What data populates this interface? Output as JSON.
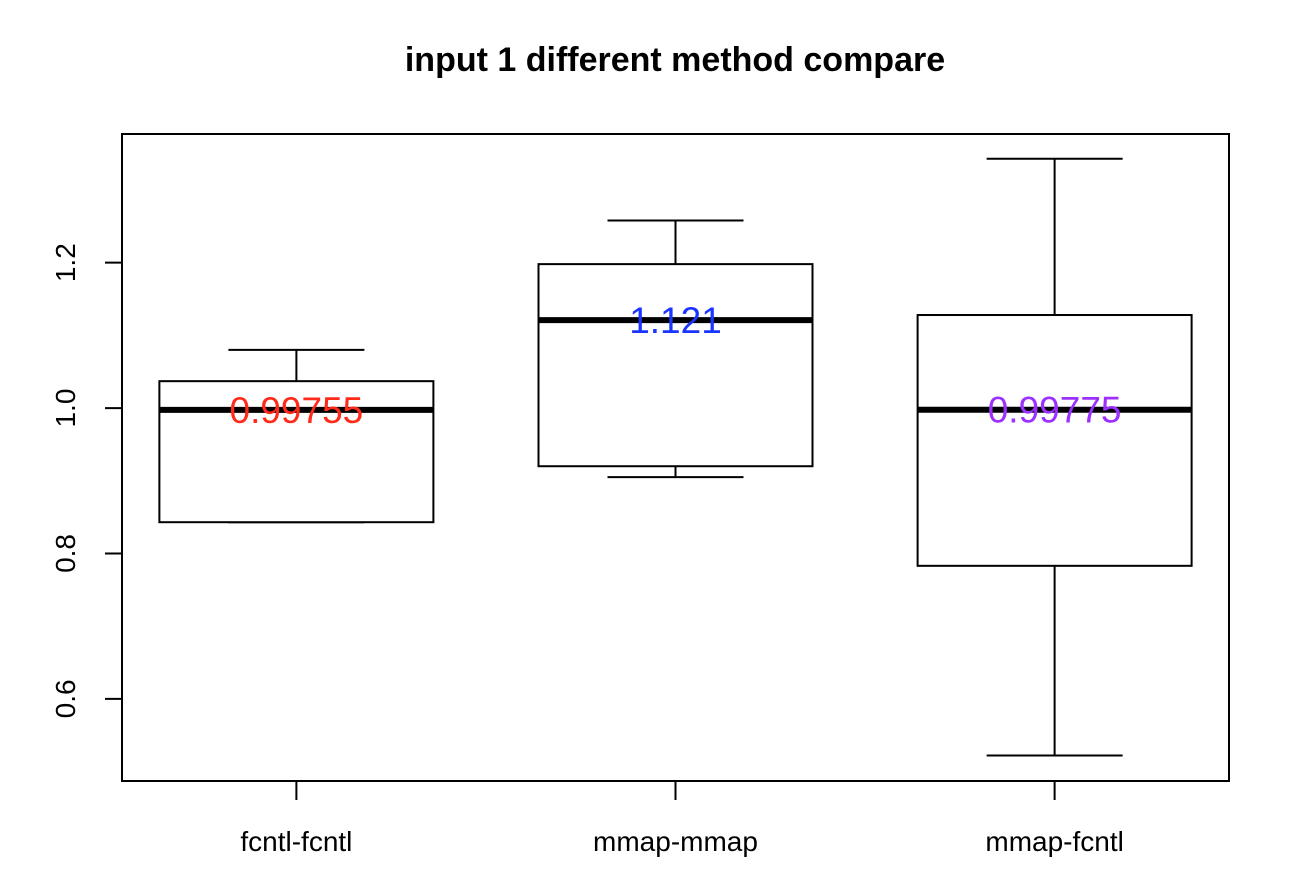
{
  "chart_data": {
    "type": "boxplot",
    "title": "input 1 different method compare",
    "xlabel": "",
    "ylabel": "",
    "categories": [
      "fcntl-fcntl",
      "mmap-mmap",
      "mmap-fcntl"
    ],
    "boxes": [
      {
        "category": "fcntl-fcntl",
        "min": 0.843,
        "q1": 0.843,
        "median": 0.99755,
        "q3": 1.037,
        "max": 1.08,
        "median_label": "0.99755",
        "label_color": "#ff2a1a"
      },
      {
        "category": "mmap-mmap",
        "min": 0.905,
        "q1": 0.92,
        "median": 1.121,
        "q3": 1.198,
        "max": 1.258,
        "median_label": "1.121",
        "label_color": "#1a35ff"
      },
      {
        "category": "mmap-fcntl",
        "min": 0.522,
        "q1": 0.783,
        "median": 0.99775,
        "q3": 1.128,
        "max": 1.343,
        "median_label": "0.99775",
        "label_color": "#9b30ff"
      }
    ],
    "yticks": [
      0.6,
      0.8,
      1.0,
      1.2
    ],
    "ytick_labels": [
      "0.6",
      "0.8",
      "1.0",
      "1.2"
    ],
    "ylim": [
      0.487,
      1.377
    ],
    "grid": false,
    "legend": "none"
  }
}
